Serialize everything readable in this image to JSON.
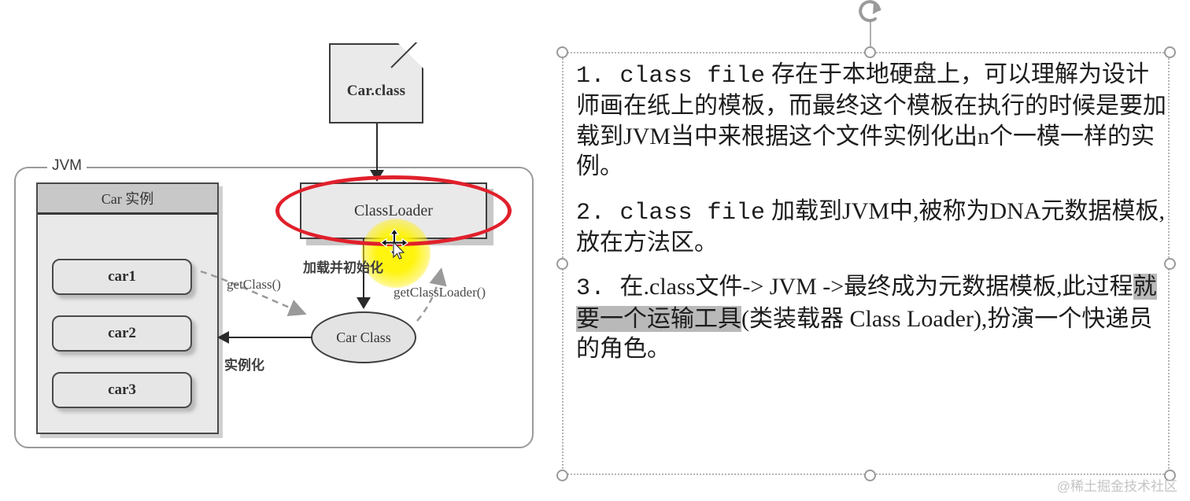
{
  "diagram": {
    "class_file_node": "Car.class",
    "jvm_label": "JVM",
    "car_instance_header": "Car 实例",
    "instances": [
      "car1",
      "car2",
      "car3"
    ],
    "classloader_label": "ClassLoader",
    "car_class_label": "Car Class",
    "edge_labels": {
      "load_init": "加载并初始化",
      "get_class": "getClass()",
      "get_classloader": "getClassLoader()",
      "instantiate": "实例化"
    },
    "annotation_colors": {
      "red_circle": "#e0202b",
      "yellow_highlight": "#fff400"
    },
    "cursor": "move-cursor"
  },
  "textbox": {
    "selected": true,
    "paragraphs": [
      {
        "number": "1.",
        "segments": [
          {
            "text": "class file",
            "style": "mono"
          },
          {
            "text": " 存在于本地硬盘上，可以理解为设计师画在纸上的模板，而最终这个模板在执行的时候是要加载到JVM当中来根据这个文件实例化出n个一模一样的实例。",
            "style": "normal"
          }
        ]
      },
      {
        "number": "2.",
        "segments": [
          {
            "text": "class file",
            "style": "mono"
          },
          {
            "text": " 加载到JVM中,被称为DNA元数据模板,放在方法区。",
            "style": "normal"
          }
        ]
      },
      {
        "number": "3.",
        "segments": [
          {
            "text": " 在.class文件-> JVM ->最终成为元数据模板,此过程",
            "style": "normal"
          },
          {
            "text": "就要一个运输工具",
            "style": "highlight-gray"
          },
          {
            "text": "(类装载器 Class Loader),扮演一个快递员的角色。",
            "style": "normal"
          }
        ]
      }
    ],
    "highlight_color": "#b9b9b9"
  },
  "watermark": "@稀土掘金技术社区"
}
